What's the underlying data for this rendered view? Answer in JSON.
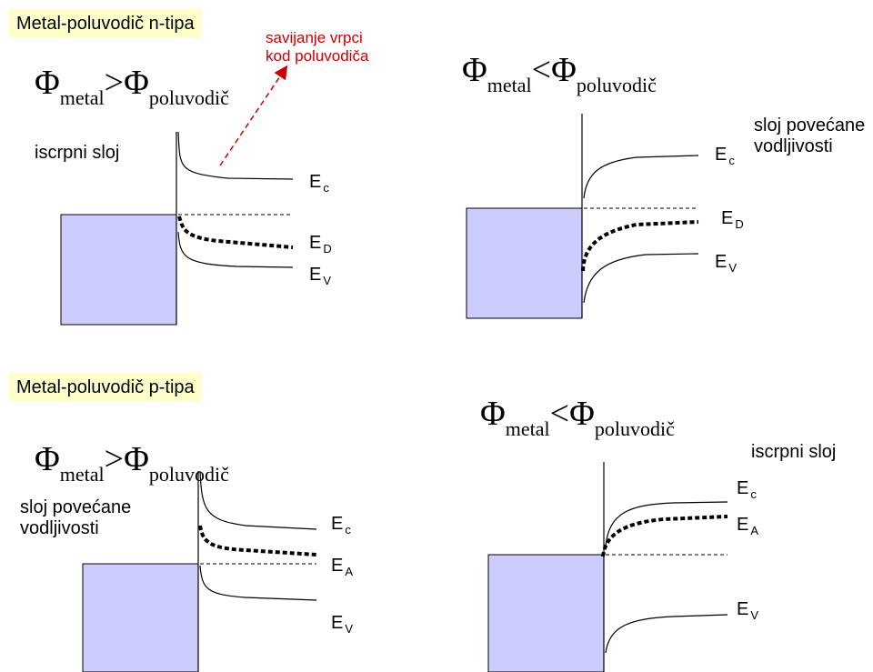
{
  "colors": {
    "metal_fill": "#ccccff",
    "title_bg": "#ffffcc",
    "annotation": "#cc0000"
  },
  "ntype": {
    "title": "Metal-poluvodič n-tipa",
    "annotation": [
      "savijanje vrpci",
      "kod poluvodiča"
    ],
    "case1": {
      "phi": "Φ",
      "sub_metal": "metal",
      "op": ">",
      "sub_semi": "poluvodič",
      "note": [
        "iscrpni sloj"
      ],
      "ec": {
        "main": "E",
        "sub": "c"
      },
      "ed": {
        "main": "E",
        "sub": "D"
      },
      "ev": {
        "main": "E",
        "sub": "V"
      }
    },
    "case2": {
      "phi": "Φ",
      "sub_metal": "metal",
      "op": "<",
      "sub_semi": "poluvodič",
      "note": [
        "sloj povećane",
        "vodljivosti"
      ],
      "ec": {
        "main": "E",
        "sub": "c"
      },
      "ed": {
        "main": "E",
        "sub": "D"
      },
      "ev": {
        "main": "E",
        "sub": "V"
      }
    }
  },
  "ptype": {
    "title": "Metal-poluvodič p-tipa",
    "case1": {
      "phi": "Φ",
      "sub_metal": "metal",
      "op": ">",
      "sub_semi": "poluvodič",
      "note": [
        "sloj povećane",
        "vodljivosti"
      ],
      "ec": {
        "main": "E",
        "sub": "c"
      },
      "ea": {
        "main": "E",
        "sub": "A"
      },
      "ev": {
        "main": "E",
        "sub": "V"
      }
    },
    "case2": {
      "phi": "Φ",
      "sub_metal": "metal",
      "op": "<",
      "sub_semi": "poluvodič",
      "note": [
        "iscrpni sloj"
      ],
      "ec": {
        "main": "E",
        "sub": "c"
      },
      "ea": {
        "main": "E",
        "sub": "A"
      },
      "ev": {
        "main": "E",
        "sub": "V"
      }
    }
  }
}
